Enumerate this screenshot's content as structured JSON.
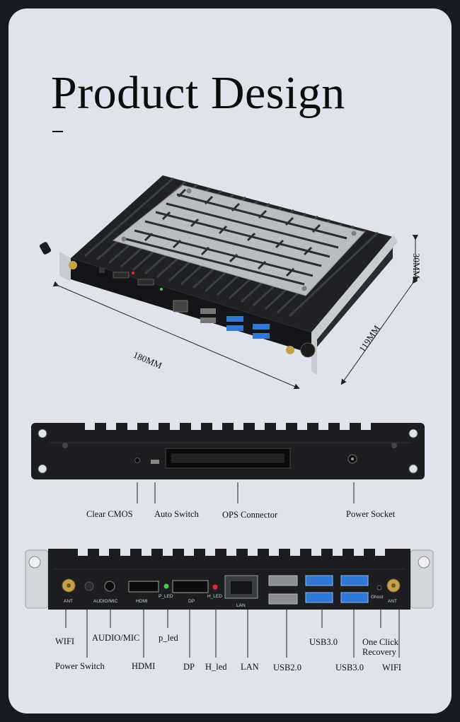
{
  "title": "Product Design",
  "dimensions": {
    "height": "30MM",
    "depth": "119MM",
    "length": "180MM"
  },
  "side_panel_labels": {
    "clear_cmos": "Clear CMOS",
    "auto_switch": "Auto Switch",
    "ops_connector": "OPS Connector",
    "power_socket": "Power Socket"
  },
  "rear_panel_labels": {
    "wifi_left": "WIFI",
    "power_switch": "Power Switch",
    "audio_mic": "AUDIO/MIC",
    "hdmi": "HDMI",
    "p_led": "p_led",
    "dp": "DP",
    "h_led": "H_led",
    "lan": "LAN",
    "usb20": "USB2.0",
    "usb30_top": "USB3.0",
    "usb30_bottom": "USB3.0",
    "one_click_recovery_1": "One Click",
    "one_click_recovery_2": "Recovery",
    "wifi_right": "WIFI"
  },
  "panel_silkscreen": {
    "ant": "ANT",
    "audio_mic": "AUDIO/MIC",
    "hdmi": "HDMI",
    "p_led": "P_LED",
    "dp": "DP",
    "h_led": "H_LED",
    "lan": "LAN",
    "ghost": "Ghost",
    "ant_right": "ANT"
  },
  "colors": {
    "background": "#dfe3ec",
    "frame": "#161a22",
    "chassis": "#1b1d21",
    "usb3_blue": "#2f78d8",
    "green_led": "#3ed14a",
    "red_led": "#e8262b",
    "steel": "#b9bcc1"
  }
}
